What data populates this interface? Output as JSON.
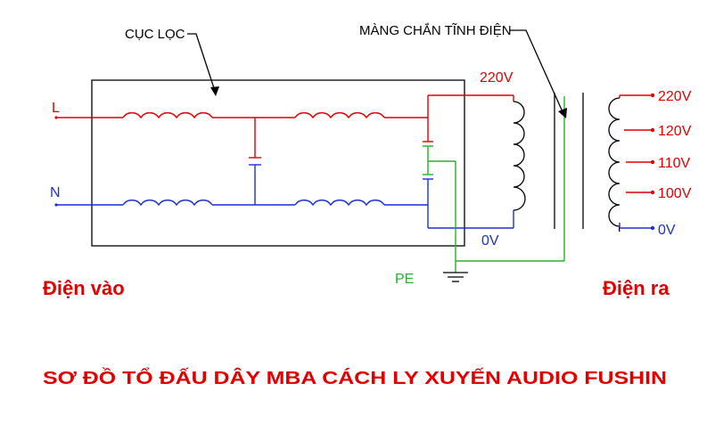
{
  "labels": {
    "filter": "CỤC LỌC",
    "shield": "MÀNG CHẮN TĨNH ĐIỆN",
    "L": "L",
    "N": "N",
    "pri_220": "220V",
    "pri_0": "0V",
    "pe": "PE",
    "out_220": "220V",
    "out_120": "120V",
    "out_110": "110V",
    "out_100": "100V",
    "out_0": "0V",
    "input": "Điện vào",
    "output": "Điện ra",
    "title": "SƠ ĐỒ TỔ ĐẤU DÂY MBA CÁCH LY XUYẾN AUDIO FUSHIN"
  },
  "colors": {
    "line": "#e00000",
    "neutral": "#1a2fd6",
    "earth": "#22b522",
    "outline": "#000000"
  }
}
